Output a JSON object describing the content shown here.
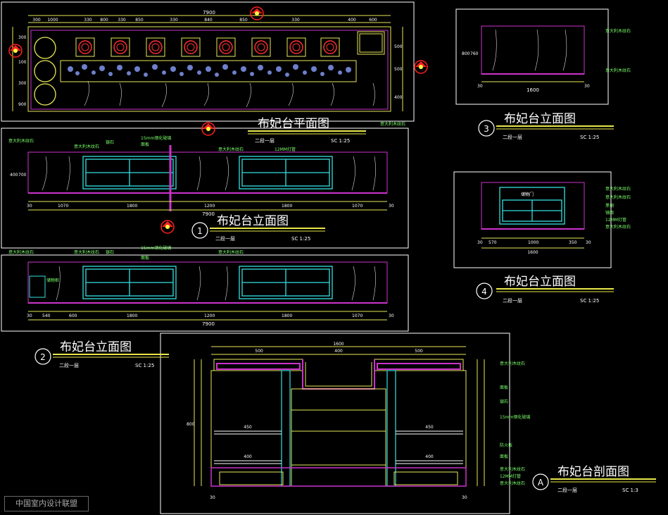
{
  "colors": {
    "frame": "#ffffff",
    "dimension": "#e8e85a",
    "cabinet": "#33e0e0",
    "outline": "#cc33cc",
    "label": "#7cff6b",
    "marker": "#ff2020",
    "title_underline": "#e8e84a"
  },
  "plan": {
    "title": "布妃台平面图",
    "level": "二段一层",
    "scale": "SC  1:25",
    "overall_dim": "7900",
    "top_dims": [
      "300",
      "1000",
      "330",
      "800",
      "330",
      "850",
      "330",
      "840",
      "850",
      "330",
      "400",
      "600"
    ],
    "side_labels": [
      "300",
      "100",
      "300",
      "900"
    ],
    "right_labels": [
      "500",
      "500",
      "400"
    ],
    "note": "意大利木纹石"
  },
  "elev1": {
    "title": "布妃台立面图",
    "number": "1",
    "level": "二段一层",
    "scale": "SC  1:25",
    "overall_dim": "7900",
    "bottom_dims": [
      "30",
      "1070",
      "1800",
      "1200",
      "1800",
      "1070",
      "30"
    ],
    "heights": [
      "400",
      "700"
    ],
    "labels": [
      "意大利木纹石",
      "意大利木纹石",
      "银石",
      "15mm钢化玻璃",
      "面板",
      "意大利木纹石",
      "12MM灯管"
    ]
  },
  "elev2": {
    "title": "布妃台立面图",
    "number": "2",
    "level": "二段一层",
    "scale": "SC  1:25",
    "overall_dim": "7900",
    "bottom_dims": [
      "30",
      "540",
      "600",
      "1800",
      "1200",
      "1800",
      "1070",
      "30"
    ],
    "labels": [
      "意大利木纹石",
      "意大利木纹石",
      "银石",
      "15mm钢化玻璃",
      "面板",
      "意大利木纹石",
      "储物柜"
    ]
  },
  "elev3": {
    "title": "布妃台立面图",
    "number": "3",
    "level": "二段一层",
    "scale": "SC  1:25",
    "width_dim": "1600",
    "heights": [
      "800",
      "760"
    ],
    "side": [
      "30",
      "30"
    ],
    "labels": [
      "意大利木纹石",
      "意大利木纹石"
    ]
  },
  "elev4": {
    "title": "布妃台立面图",
    "number": "4",
    "level": "二段一层",
    "scale": "SC  1:25",
    "bottom_dims": [
      "30",
      "570",
      "1000",
      "350",
      "30"
    ],
    "overall_dim": "1600",
    "labels": [
      "意大利木纹石",
      "意大利木纹石",
      "黑钢",
      "镜面",
      "12MM灯管",
      "意大利木纹石"
    ],
    "inner_label": "储物门"
  },
  "section": {
    "title": "布妃台剖面图",
    "letter": "A",
    "level": "二段一层",
    "scale": "SC  1:3",
    "top_dims": [
      "500",
      "1600",
      "500"
    ],
    "inner_top": "400",
    "shelf_dims": [
      "450",
      "450",
      "400",
      "400"
    ],
    "height_dim": "800",
    "labels": [
      "意大利木纹石",
      "面板",
      "银石",
      "15mm钢化玻璃",
      "防火板",
      "面板",
      "意大利木纹石",
      "12MM灯管",
      "意大利木纹石"
    ],
    "bottom": [
      "30",
      "30"
    ]
  },
  "watermark": "中国室内设计联盟"
}
